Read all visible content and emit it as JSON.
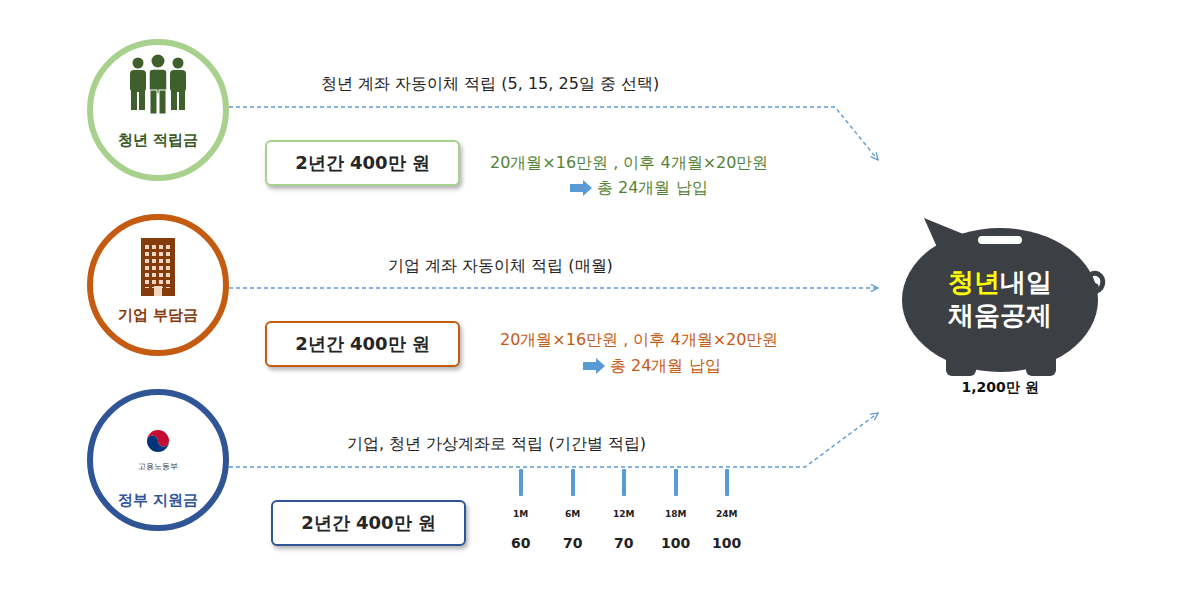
{
  "diagram": {
    "nodes": [
      {
        "text": [
          "청년 적립금"
        ]
      },
      {
        "text": [
          "2년간 400만 원"
        ]
      },
      {
        "text": [
          "기업 부담금"
        ]
      },
      {
        "text": [
          "2년간 400만 원"
        ]
      },
      {
        "text": [
          "고용노동부",
          "정부 지원금"
        ]
      },
      {
        "text": [
          "2년간 400만 원"
        ]
      },
      {
        "text": [
          "청년",
          "내일",
          "채움공제",
          "1,200만 원"
        ]
      }
    ],
    "edges": [
      {
        "from": 0,
        "to": 6,
        "arrow": "to",
        "label": "청년 계좌 자동이체 적립 (5, 15, 25일 중 선택)"
      },
      {
        "from": 2,
        "to": 6,
        "arrow": "to",
        "label": "기업 계좌 자동이체 적립 (매월)"
      },
      {
        "from": 4,
        "to": 6,
        "arrow": "to",
        "label": "기업, 청년 가상계좌로 적립 (기간별 적립)"
      }
    ],
    "labels": [
      "20개월×16만원 , 이후 4개월×20만원",
      "총 24개월 납입",
      "20개월×16만원 , 이후 4개월×20만원",
      "총 24개월 납입",
      "1M",
      "6M",
      "12M",
      "18M",
      "24M",
      "60",
      "70",
      "70",
      "100",
      "100"
    ]
  }
}
